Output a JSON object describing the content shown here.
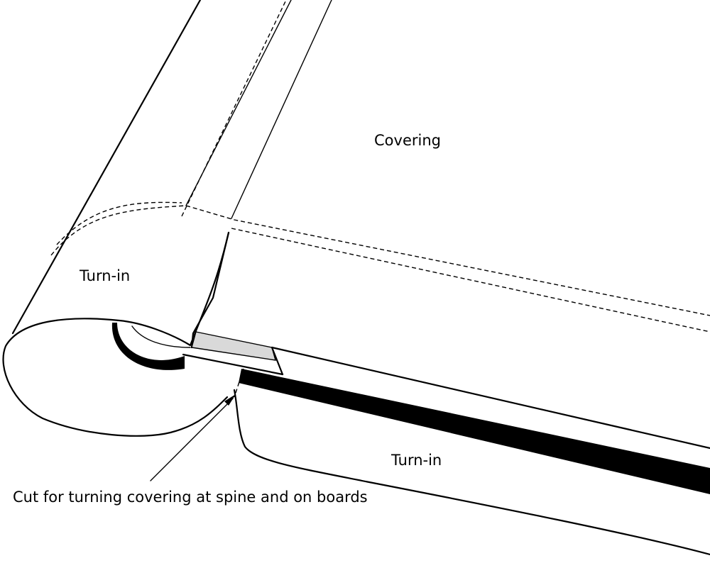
{
  "labels": {
    "covering": "Covering",
    "turn_in_top": "Turn-in",
    "turn_in_bottom": "Turn-in",
    "cut": "Cut for turning covering at spine and on boards"
  },
  "colors": {
    "line": "#000000",
    "board_fill": "#000000",
    "gap_fill": "#d9d9d9",
    "background": "#ffffff"
  }
}
